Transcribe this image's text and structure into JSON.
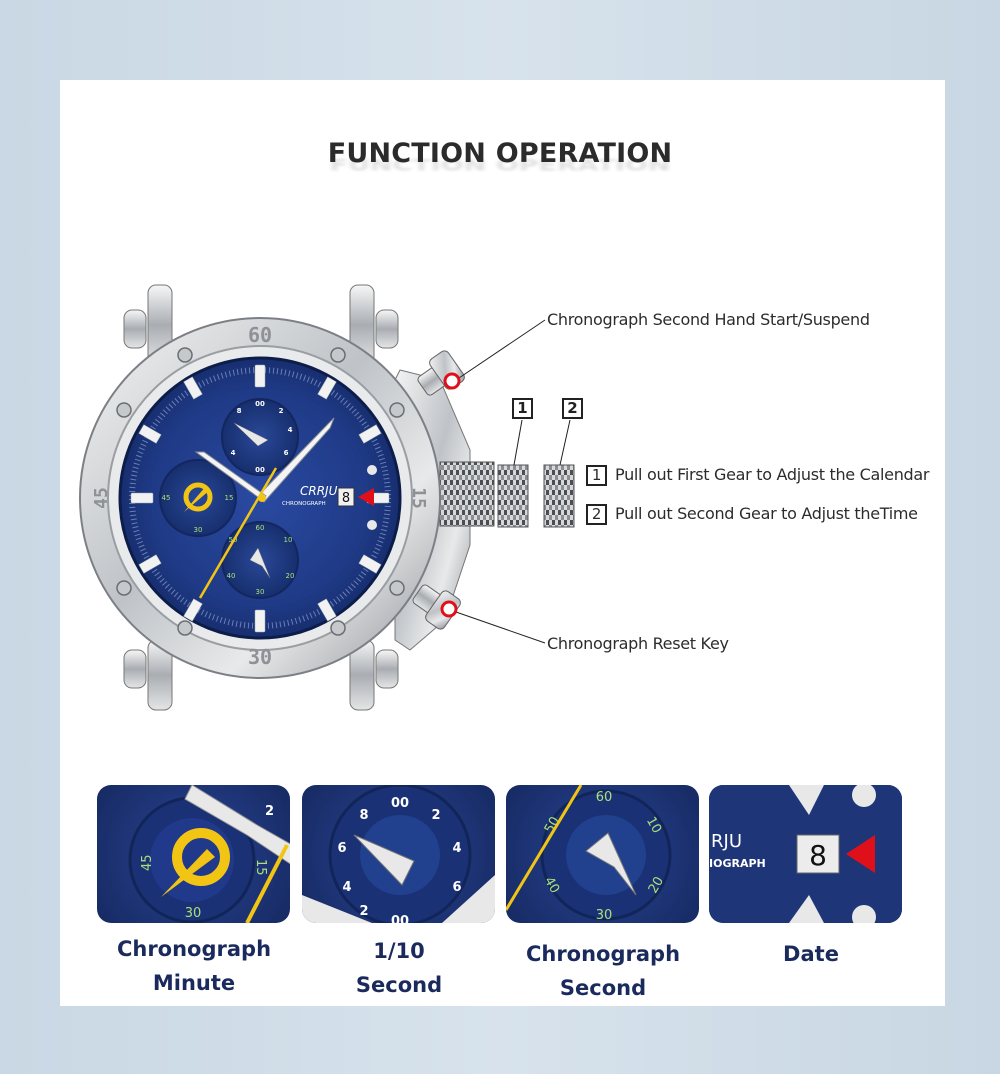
{
  "page": {
    "title": "FUNCTION OPERATION",
    "colors": {
      "background": "#d0dce7",
      "panel": "#ffffff",
      "title": "#2b2b2b",
      "callout_text": "#2c2c2c",
      "dial_blue": "#1f3a86",
      "accent_yellow": "#f2c514",
      "marker_red": "#e0101a",
      "label_navy": "#1b2a5c",
      "lume_green": "#a8e07a"
    }
  },
  "watch": {
    "brand": "CRRJU",
    "subtitle": "CHRONOGRAPH",
    "date_value": "8",
    "bezel_markings": [
      "60",
      "15",
      "30",
      "45"
    ],
    "top_subdial_numbers": [
      "00",
      "2",
      "4",
      "6",
      "8",
      "2",
      "4",
      "6",
      "00"
    ],
    "left_subdial_numbers": [
      "45",
      "15",
      "30"
    ],
    "bottom_subdial_numbers": [
      "60",
      "10",
      "20",
      "30",
      "40",
      "50"
    ]
  },
  "callouts": {
    "start_suspend": "Chronograph Second Hand Start/Suspend",
    "reset_key": "Chronograph Reset Key",
    "gear_box_1": "1",
    "gear_box_2": "2",
    "instructions": [
      {
        "num": "1",
        "text": "Pull out First Gear to Adjust the Calendar"
      },
      {
        "num": "2",
        "text": "Pull out Second Gear to Adjust theTime"
      }
    ]
  },
  "features": [
    {
      "line1": "Chronograph",
      "line2": "Minute",
      "subdial_labels": [
        "45",
        "15",
        "30",
        "2"
      ]
    },
    {
      "line1": "1/10",
      "line2": "Second",
      "subdial_labels": [
        "00",
        "2",
        "4",
        "6",
        "8",
        "6",
        "4",
        "2",
        "00"
      ]
    },
    {
      "line1": "Chronograph",
      "line2": "Second",
      "subdial_labels": [
        "60",
        "10",
        "20",
        "30",
        "40",
        "50"
      ]
    },
    {
      "line1": "Date",
      "line2": "",
      "subdial_labels": [
        "RJU",
        "IOGRAPH",
        "8"
      ]
    }
  ]
}
